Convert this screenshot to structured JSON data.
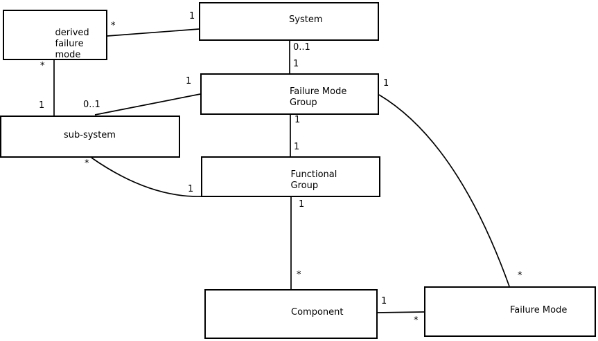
{
  "diagram": {
    "type": "uml-class-diagram",
    "colors": {
      "background": "#ffffff",
      "line": "#000000",
      "text": "#000000"
    },
    "nodes": [
      {
        "id": "derived-failure-mode",
        "label": "derived\nfailure\nmode"
      },
      {
        "id": "system",
        "label": "System"
      },
      {
        "id": "failure-mode-group",
        "label": "Failure Mode\nGroup"
      },
      {
        "id": "sub-system",
        "label": "sub-system"
      },
      {
        "id": "functional-group",
        "label": "Functional\nGroup"
      },
      {
        "id": "component",
        "label": "Component"
      },
      {
        "id": "failure-mode",
        "label": "Failure Mode"
      }
    ],
    "edges": [
      {
        "from": "derived-failure-mode",
        "to": "system",
        "from_mult": "*",
        "to_mult": "1"
      },
      {
        "from": "system",
        "to": "failure-mode-group",
        "from_mult": "0..1",
        "to_mult": "1"
      },
      {
        "from": "derived-failure-mode",
        "to": "sub-system",
        "from_mult": "*",
        "to_mult": "1"
      },
      {
        "from": "sub-system",
        "to": "failure-mode-group",
        "from_mult": "0..1",
        "to_mult": "1"
      },
      {
        "from": "failure-mode-group",
        "to": "functional-group",
        "from_mult": "1",
        "to_mult": "1"
      },
      {
        "from": "sub-system",
        "to": "functional-group",
        "from_mult": "*",
        "to_mult": "1"
      },
      {
        "from": "functional-group",
        "to": "component",
        "from_mult": "1",
        "to_mult": "*"
      },
      {
        "from": "component",
        "to": "failure-mode",
        "from_mult": "1",
        "to_mult": "*"
      },
      {
        "from": "failure-mode-group",
        "to": "failure-mode",
        "from_mult": "1",
        "to_mult": "*"
      }
    ]
  }
}
